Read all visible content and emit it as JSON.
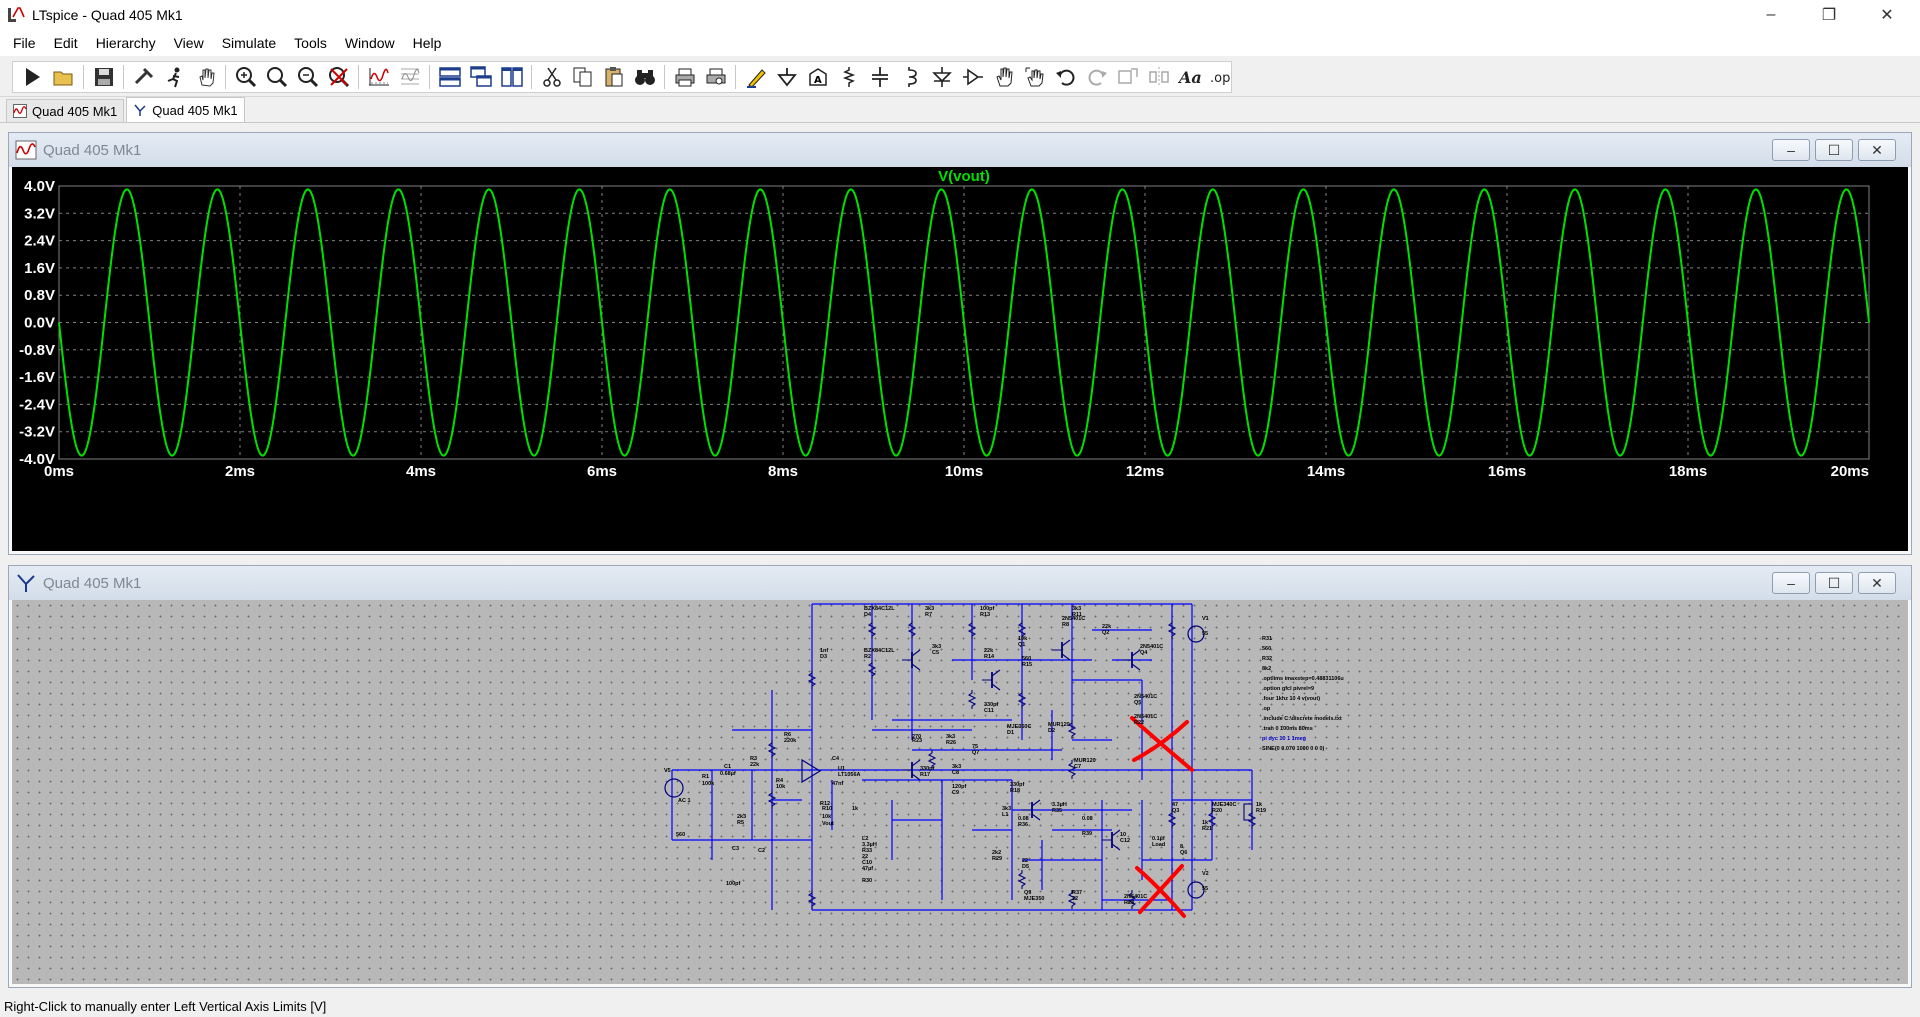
{
  "app": {
    "title": "LTspice - Quad 405 Mk1",
    "menus": [
      "File",
      "Edit",
      "Hierarchy",
      "View",
      "Simulate",
      "Tools",
      "Window",
      "Help"
    ],
    "window_controls": [
      "minimize-icon",
      "restore-icon",
      "close-icon"
    ]
  },
  "toolbar": {
    "groups": [
      [
        "run-icon",
        "open-icon"
      ],
      [
        "save-icon"
      ],
      [
        "control-panel-icon",
        "halt-icon",
        "pan-icon"
      ],
      [
        "zoom-in-icon",
        "zoom-area-icon",
        "zoom-out-icon",
        "zoom-cancel-icon"
      ],
      [
        "autorange-icon",
        "grid-icon"
      ],
      [
        "tile-horizontal-icon",
        "cascade-icon",
        "tile-vertical-icon"
      ],
      [
        "cut-icon",
        "copy-icon",
        "paste-icon",
        "find-icon"
      ],
      [
        "print-icon",
        "print-preview-icon"
      ],
      [
        "draw-wire-icon",
        "ground-icon",
        "label-net-icon",
        "resistor-icon",
        "capacitor-icon",
        "inductor-icon",
        "diode-icon",
        "component-icon",
        "move-icon",
        "drag-icon",
        "undo-icon",
        "redo-icon",
        "rotate-icon",
        "mirror-icon",
        "text-icon",
        "spice-directive-icon"
      ]
    ],
    "text_label": "Aa",
    "directive_label": ".op"
  },
  "tabs": [
    {
      "label": "Quad 405 Mk1",
      "icon": "waveform-icon"
    },
    {
      "label": "Quad 405 Mk1",
      "icon": "schematic-icon"
    }
  ],
  "waveform_window": {
    "title": "Quad 405 Mk1",
    "controls": [
      "minimize-icon",
      "restore-icon",
      "close-icon"
    ]
  },
  "schematic_window": {
    "title": "Quad 405 Mk1",
    "controls": [
      "minimize-icon",
      "restore-icon",
      "close-icon"
    ],
    "labels": [
      "V1",
      "55",
      "V2",
      "55",
      "V5",
      "AC 1",
      "R1",
      "100k",
      "C1",
      "0.68µf",
      "R3",
      "22k",
      "R4",
      "10k",
      "R6",
      "220k",
      "C4",
      "47nf",
      "U1",
      "LT1056A",
      "R10",
      "1k",
      "R12",
      "2k3",
      "R5",
      "10k",
      "Vout",
      "C2",
      "100pf",
      "C3",
      "1nf",
      "D3",
      "BZX84C12L",
      "D4",
      "BZX84C12L",
      "R2",
      "3k3",
      "R7",
      "3k3",
      "C5",
      "100pf",
      "R13",
      "22k",
      "R14",
      "560",
      "R15",
      "10k",
      "Q1",
      "2N5401C",
      "R8",
      "3k3",
      "R11",
      "22k",
      "Q2",
      "2N5401C",
      "Q4",
      "2N5401C",
      "Q5",
      "2N5401C",
      "R22",
      "270",
      "R23",
      "3k3",
      "R26",
      "75",
      "Q7",
      "MJE350C",
      "D1",
      "MUR120",
      "D2",
      "MUR120",
      "C7",
      "330pf",
      "R17",
      "3k3",
      "C8",
      "120pf",
      "C9",
      "330pf",
      "C11",
      "330pf",
      "R18",
      "47",
      "Q3",
      "MJE340C",
      "R20",
      "1k",
      "R21",
      "1k",
      "R19",
      "3k3",
      "L1",
      "3.3µH",
      "R35",
      "0.08",
      "R36",
      "0.08",
      "R39",
      "10",
      "C12",
      "0.1µf",
      "Load",
      "8",
      "Q6",
      "2N5401C",
      "R28",
      "2k2",
      "R29",
      "22",
      "D5",
      "Q9",
      "MJE350",
      "R37",
      "22",
      "L2",
      "3.3µH",
      "R33",
      "22",
      "C10",
      "47µf",
      "R30",
      "560",
      "R31",
      "560",
      "R32",
      "8k2",
      ".optlims imaxstep=0.48831106u",
      ".option gfcl pivrel=9",
      ".four 1khz 10 4 v(vout)",
      ".op",
      ".include C:\\discrete models.txt",
      ".tran 0 100ms 80ms",
      "pi dyc 10 1 1meg",
      "SINE(0 0.070 1000 0 0 0)"
    ]
  },
  "status": {
    "text": "Right-Click to manually enter Left Vertical Axis Limits [V]"
  },
  "chart_data": {
    "type": "line",
    "title": "V(vout)",
    "xlabel": "",
    "ylabel": "",
    "x_unit": "ms",
    "y_unit": "V",
    "xlim": [
      0,
      20
    ],
    "ylim": [
      -4.0,
      4.0
    ],
    "x_ticks": [
      "0ms",
      "2ms",
      "4ms",
      "6ms",
      "8ms",
      "10ms",
      "12ms",
      "14ms",
      "16ms",
      "18ms",
      "20ms"
    ],
    "y_ticks": [
      "4.0V",
      "3.2V",
      "2.4V",
      "1.6V",
      "0.8V",
      "0.0V",
      "-0.8V",
      "-1.6V",
      "-2.4V",
      "-3.2V",
      "-4.0V"
    ],
    "grid": true,
    "series": [
      {
        "color": "#00e000",
        "waveform": "sine",
        "amplitude": 3.9,
        "frequency_khz": 1,
        "phase_deg": 180,
        "offset": 0
      }
    ]
  },
  "colors": {
    "trace": "#00e000",
    "plot_bg": "#000000",
    "grid": "#808080",
    "wire": "#0000ff",
    "symbol": "#000080",
    "annotation_x": "#ff0000",
    "schematic_bg": "#b8b8b8"
  }
}
